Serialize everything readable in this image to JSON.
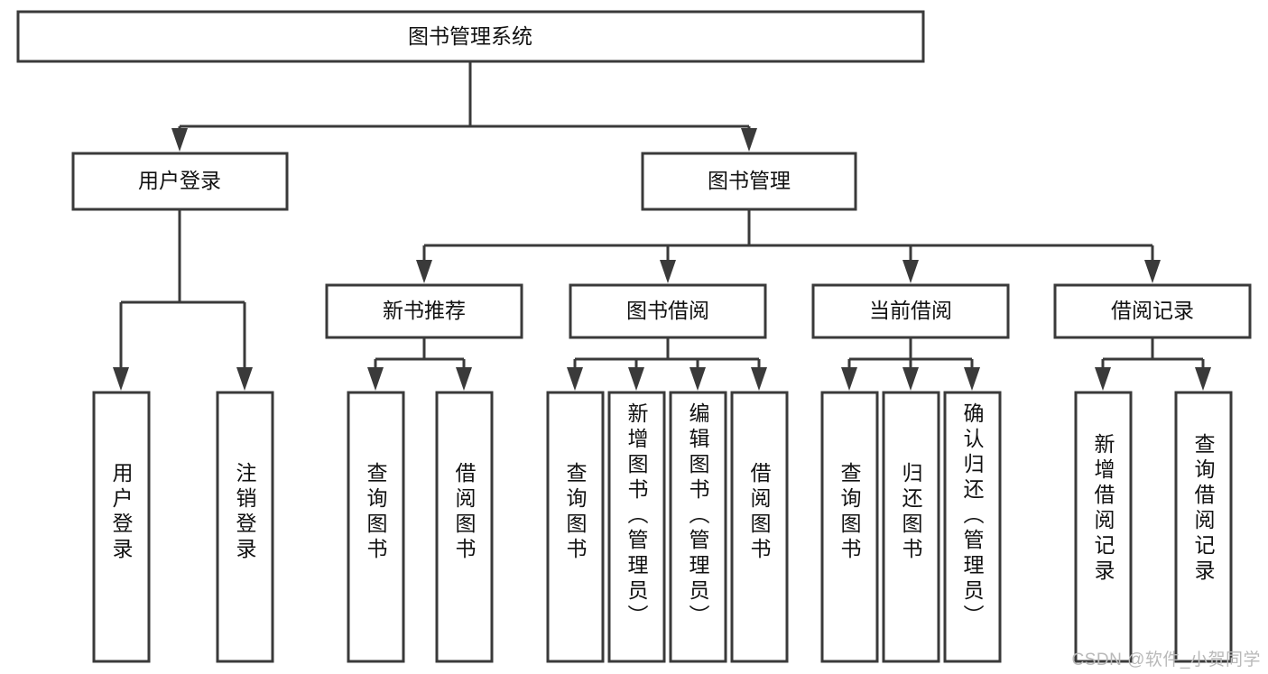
{
  "diagram": {
    "type": "tree-hierarchy",
    "title": "图书管理系统",
    "orientation": "top-down",
    "colors": {
      "box_stroke": "#3a3a3a",
      "box_fill": "#ffffff",
      "connector": "#3a3a3a",
      "text": "#111111",
      "watermark": "#b9b9b9",
      "background": "#ffffff"
    },
    "levels": {
      "level0": [
        "图书管理系统"
      ],
      "level1": [
        "用户登录",
        "图书管理"
      ],
      "level2": [
        "新书推荐",
        "图书借阅",
        "当前借阅",
        "借阅记录"
      ],
      "level3": [
        "用户登录",
        "注销登录",
        "查询图书",
        "借阅图书",
        "查询图书",
        "新增图书（管理员）",
        "编辑图书（管理员）",
        "借阅图书",
        "查询图书",
        "归还图书",
        "确认归还（管理员）",
        "新增借阅记录",
        "查询借阅记录"
      ]
    },
    "nodes": {
      "root": {
        "label": "图书管理系统"
      },
      "user_login": {
        "label": "用户登录"
      },
      "book_manage": {
        "label": "图书管理"
      },
      "new_book_rec": {
        "label": "新书推荐"
      },
      "book_borrow": {
        "label": "图书借阅"
      },
      "current_borrow": {
        "label": "当前借阅"
      },
      "borrow_record": {
        "label": "借阅记录"
      },
      "leaf_user_login": {
        "label": "用户登录"
      },
      "leaf_logout": {
        "label": "注销登录"
      },
      "leaf_query_book_a": {
        "label": "查询图书"
      },
      "leaf_borrow_book_a": {
        "label": "借阅图书"
      },
      "leaf_query_book_b": {
        "label": "查询图书"
      },
      "leaf_add_book": {
        "label": "新增图书（管理员）"
      },
      "leaf_edit_book": {
        "label": "编辑图书（管理员）"
      },
      "leaf_borrow_book_b": {
        "label": "借阅图书"
      },
      "leaf_query_book_c": {
        "label": "查询图书"
      },
      "leaf_return_book": {
        "label": "归还图书"
      },
      "leaf_confirm_return": {
        "label": "确认归还（管理员）"
      },
      "leaf_add_record": {
        "label": "新增借阅记录"
      },
      "leaf_query_record": {
        "label": "查询借阅记录"
      }
    },
    "edges": [
      {
        "from": "图书管理系统",
        "to": "用户登录"
      },
      {
        "from": "图书管理系统",
        "to": "图书管理"
      },
      {
        "from": "用户登录",
        "to": "用户登录"
      },
      {
        "from": "用户登录",
        "to": "注销登录"
      },
      {
        "from": "图书管理",
        "to": "新书推荐"
      },
      {
        "from": "图书管理",
        "to": "图书借阅"
      },
      {
        "from": "图书管理",
        "to": "当前借阅"
      },
      {
        "from": "图书管理",
        "to": "借阅记录"
      },
      {
        "from": "新书推荐",
        "to": "查询图书"
      },
      {
        "from": "新书推荐",
        "to": "借阅图书"
      },
      {
        "from": "图书借阅",
        "to": "查询图书"
      },
      {
        "from": "图书借阅",
        "to": "新增图书（管理员）"
      },
      {
        "from": "图书借阅",
        "to": "编辑图书（管理员）"
      },
      {
        "from": "图书借阅",
        "to": "借阅图书"
      },
      {
        "from": "当前借阅",
        "to": "查询图书"
      },
      {
        "from": "当前借阅",
        "to": "归还图书"
      },
      {
        "from": "当前借阅",
        "to": "确认归还（管理员）"
      },
      {
        "from": "借阅记录",
        "to": "新增借阅记录"
      },
      {
        "from": "借阅记录",
        "to": "查询借阅记录"
      }
    ]
  },
  "watermark": {
    "text": "CSDN @软件_小贺同学"
  }
}
